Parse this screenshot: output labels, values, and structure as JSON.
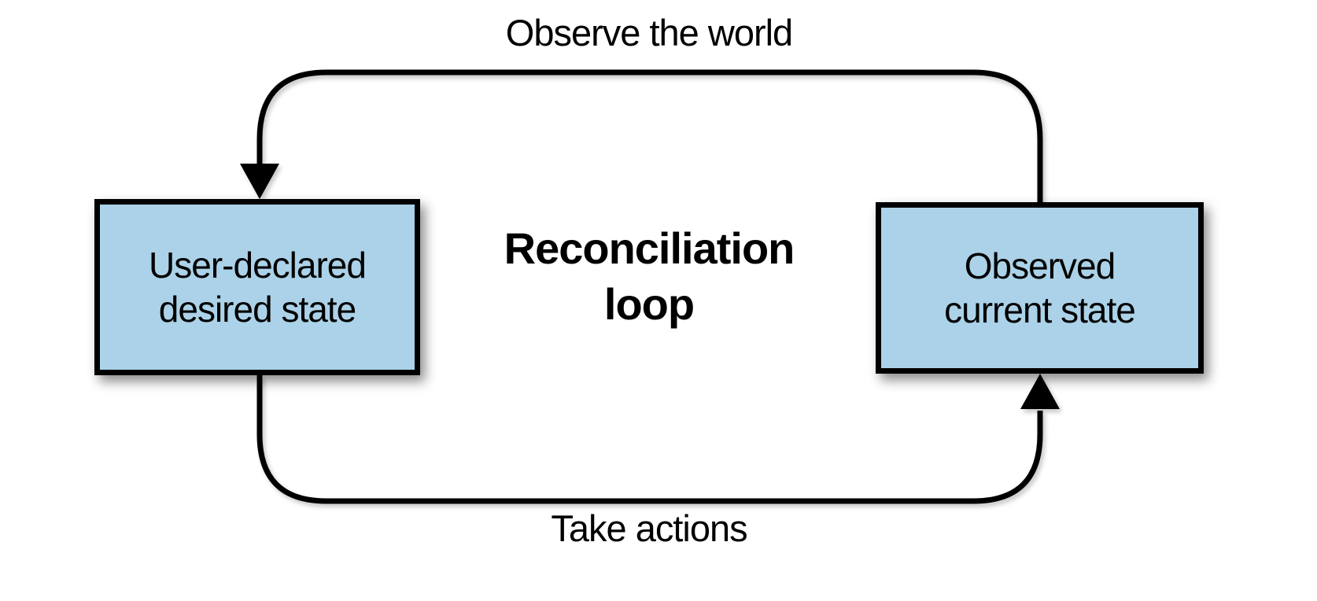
{
  "diagram": {
    "background_color": "#ffffff",
    "stroke_color": "#000000",
    "node_fill_color": "#abd2e8",
    "center_label": "Reconciliation\nloop",
    "nodes": [
      {
        "id": "desired",
        "label": "User-declared\ndesired state"
      },
      {
        "id": "observed",
        "label": "Observed\ncurrent state"
      }
    ],
    "edges": [
      {
        "label": "Observe the world",
        "from": "observed",
        "to": "desired",
        "position": "top"
      },
      {
        "label": "Take actions",
        "from": "desired",
        "to": "observed",
        "position": "bottom"
      }
    ]
  }
}
